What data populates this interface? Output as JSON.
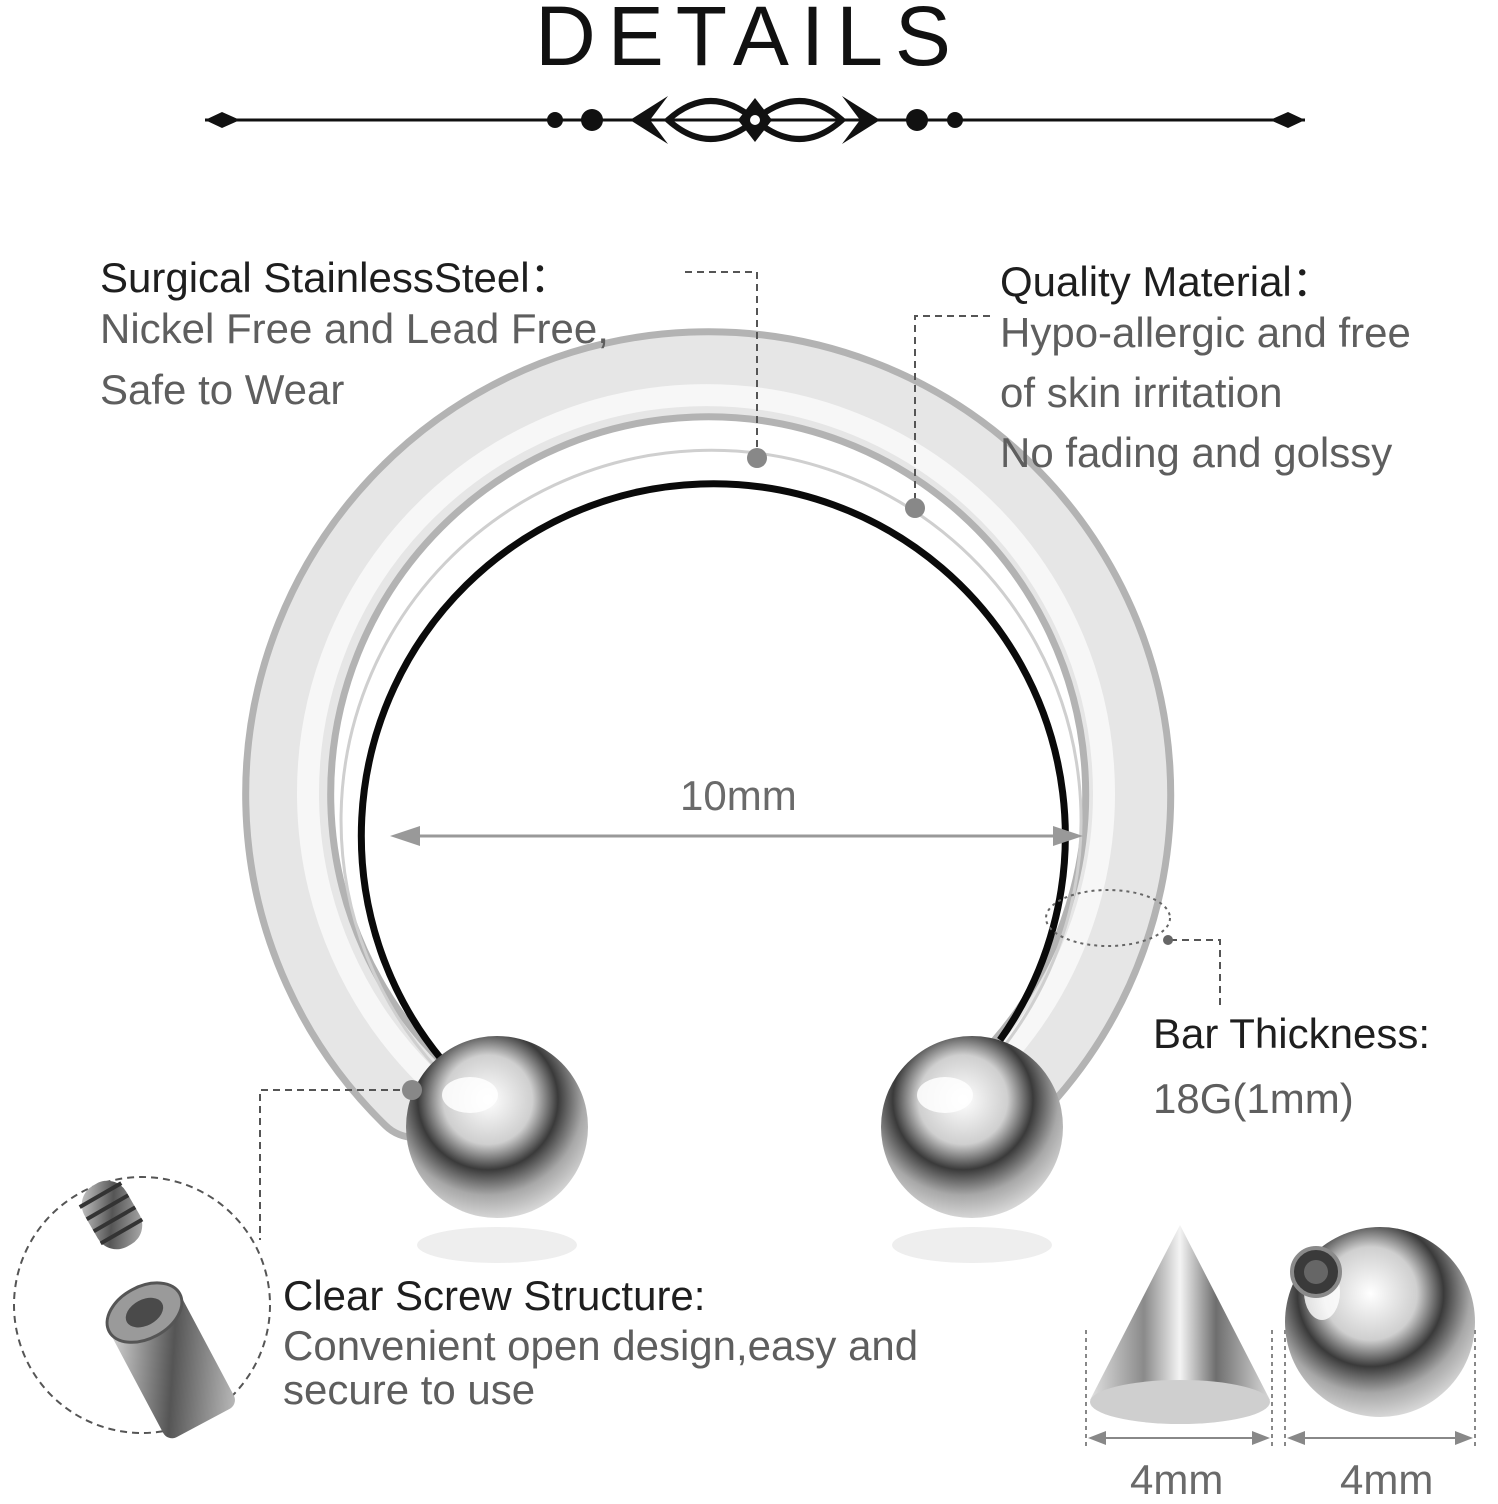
{
  "title": "DETAILS",
  "callouts": {
    "steel": {
      "heading": "Surgical StainlessSteel：",
      "line1": "Nickel Free and Lead Free,",
      "line2": "Safe to Wear"
    },
    "quality": {
      "heading": "Quality Material：",
      "line1": "Hypo-allergic and free",
      "line2": "of skin irritation",
      "line3": "No fading and golssy"
    },
    "thickness": {
      "heading": "Bar Thickness:",
      "value": "18G(1mm)"
    },
    "screw": {
      "heading": "Clear Screw Structure:",
      "line1": "Convenient open design,easy and",
      "line2": "secure to use"
    }
  },
  "dimensions": {
    "diameter": "10mm",
    "spike": "4mm",
    "ball": "4mm"
  },
  "icons": [
    "ornamental-divider",
    "horseshoe-ring-illustration",
    "screw-closeup-icon",
    "spike-cap-icon",
    "ball-cap-icon"
  ]
}
